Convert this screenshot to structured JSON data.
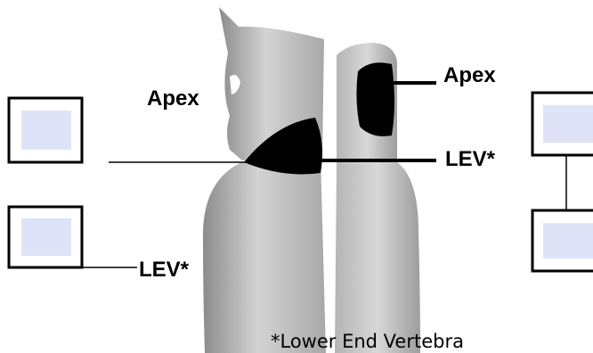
{
  "labels": {
    "apex_left": "Apex",
    "apex_right": "Apex",
    "lev_left": "LEV*",
    "lev_right": "LEV*"
  },
  "footnote": "*Lower End Vertebra",
  "colors": {
    "body_fill": "#a9a9a9",
    "body_light": "#d7d7d7",
    "marker": "#000000",
    "box_fill": "#dfe3f8",
    "box_border": "#000000",
    "background": "#ffffff"
  }
}
